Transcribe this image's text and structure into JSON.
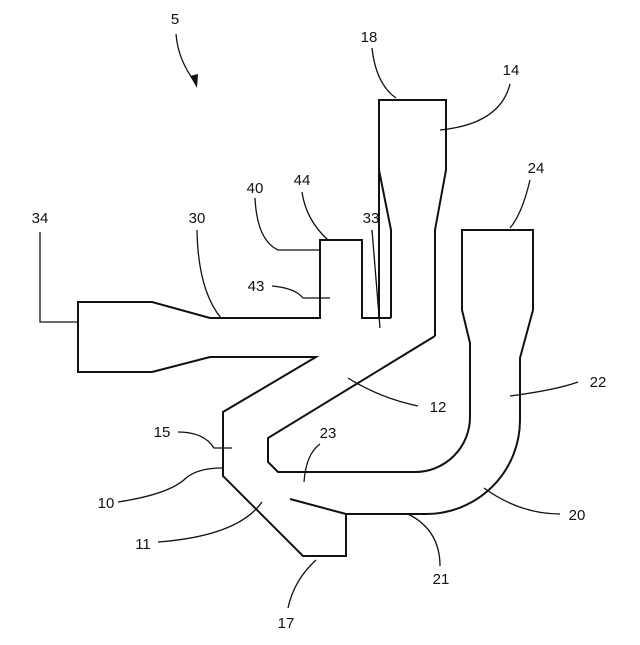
{
  "figure_number": "5",
  "labels": {
    "l10": "10",
    "l11": "11",
    "l12": "12",
    "l14": "14",
    "l15": "15",
    "l17": "17",
    "l18": "18",
    "l20": "20",
    "l21": "21",
    "l22": "22",
    "l23": "23",
    "l24": "24",
    "l30": "30",
    "l33": "33",
    "l34": "34",
    "l40": "40",
    "l43": "43",
    "l44": "44"
  }
}
